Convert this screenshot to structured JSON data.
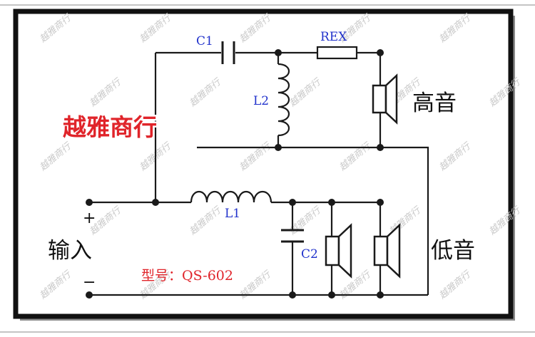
{
  "watermark": "越雅商行",
  "brand": "越雅商行",
  "model": "型号：QS-602",
  "labels": {
    "c1": "C1",
    "rex": "REX",
    "l2": "L2",
    "l1": "L1",
    "c2": "C2",
    "tweeter": "高音",
    "woofer": "低音",
    "input": "输入",
    "plus": "+",
    "minus": "−"
  },
  "colors": {
    "frame": "#111111",
    "component_label": "#2233cc",
    "brand": "#e0242a",
    "watermark": "#c9c9c9",
    "wire": "#1a1a1a"
  }
}
